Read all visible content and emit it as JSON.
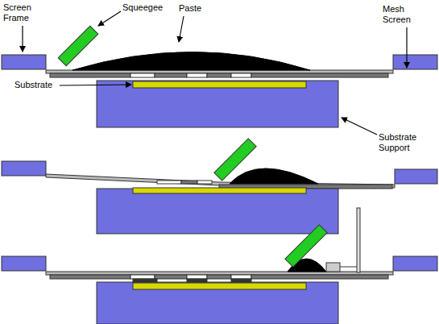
{
  "diagram": {
    "labels": [
      "Screen Frame",
      "Squeegee",
      "Paste",
      "Mesh Screen",
      "Substrate",
      "Substrate Support"
    ]
  }
}
